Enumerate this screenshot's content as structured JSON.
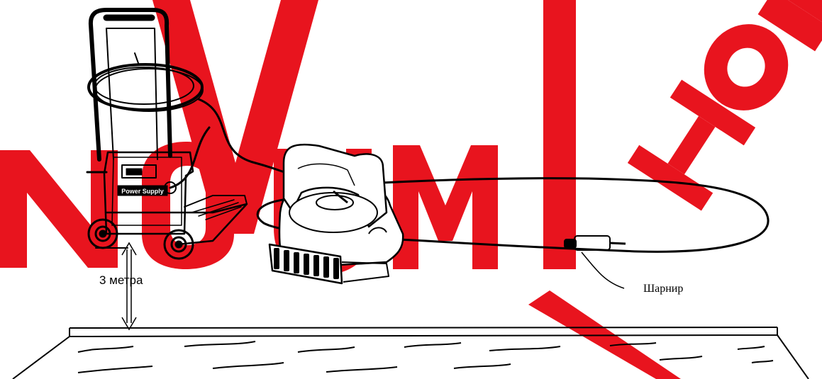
{
  "labels": {
    "distance": "3 метра",
    "hinge": "Шарнир"
  },
  "panel_text": "Power Supply",
  "watermark": {
    "text": "NOVUMI НОВ",
    "color": "#e8141e"
  },
  "colors": {
    "line": "#000000",
    "background": "#ffffff"
  }
}
